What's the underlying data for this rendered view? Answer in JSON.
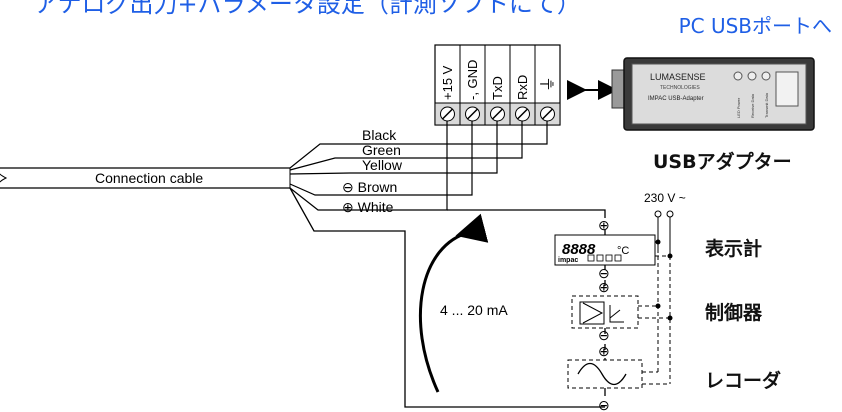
{
  "titles": {
    "top": "アナログ出力+パラメータ設定（計測ソフトにて）",
    "usb_port": "PC USBポートへ"
  },
  "terminals": [
    "+15 V",
    "-, GND",
    "TxD",
    "RxD",
    "⏚"
  ],
  "adapter": {
    "brand": "LUMASENSE",
    "brand_sub": "TECHNOLOGIES",
    "model": "IMPAC USB-Adapter",
    "label_jp": "USBアダプター",
    "led_labels": [
      "LED Power",
      "Receive Data",
      "Transmit Data"
    ]
  },
  "cable": {
    "label": "Connection cable",
    "wires": [
      "Black",
      "Green",
      "Yellow",
      "⊖ Brown",
      "⊕ White"
    ]
  },
  "power": {
    "label": "230 V ~"
  },
  "loop": {
    "label": "4 ... 20 mA"
  },
  "display": {
    "digits": "8888",
    "unit": "°C",
    "brand": "impac"
  },
  "polarity": {
    "plus": "⊕",
    "minus": "⊖"
  },
  "devices": {
    "display_label": "表示計",
    "controller_label": "制御器",
    "recorder_label": "レコーダ"
  }
}
